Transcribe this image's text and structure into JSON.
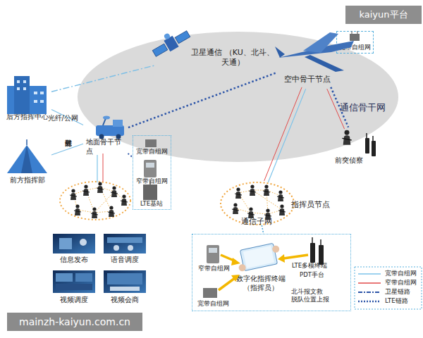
{
  "diagram": {
    "nodes": [
      {
        "text": [
          "通信骨干网"
        ]
      },
      {
        "text": [
          "卫星通信 （KU、北斗、天通）"
        ],
        "in": 0
      },
      {
        "text": [
          "空中骨干节点"
        ],
        "in": 0
      },
      {
        "text": [
          "宽带自组网"
        ]
      },
      {
        "text": [
          "后方指挥中心"
        ]
      },
      {
        "text": [
          "地面骨干节 点"
        ]
      },
      {
        "text": [
          "前方指挥部"
        ]
      },
      {
        "text": [
          "宽带自组网",
          "窄带自组网",
          "LTE基站"
        ]
      },
      {
        "text": [
          "前突侦察"
        ]
      },
      {
        "text": [
          "指挥员节点",
          "通信子网"
        ]
      },
      {
        "text": [
          "窄带自组网",
          "LTE多模终端",
          "PDT手台",
          "数字化指挥终端 （指挥员）",
          "北斗报文救 脱队位置上报",
          "宽带自组网"
        ]
      },
      {
        "text": [
          "信息发布"
        ]
      },
      {
        "text": [
          "语音调度"
        ]
      },
      {
        "text": [
          "视频调度"
        ]
      },
      {
        "text": [
          "视频会商"
        ]
      }
    ],
    "edges": [
      {
        "from": 4,
        "to": 1,
        "arrow": "none"
      },
      {
        "from": 5,
        "to": 2,
        "arrow": "none"
      },
      {
        "from": 2,
        "to": 9,
        "arrow": "none"
      },
      {
        "from": 2,
        "to": 9,
        "arrow": "none"
      },
      {
        "from": 2,
        "to": 8,
        "arrow": "none"
      },
      {
        "from": 2,
        "to": 8,
        "arrow": "none"
      },
      {
        "from": 5,
        "to": 4,
        "label": "光纤/公网",
        "arrow": "none"
      },
      {
        "from": 5,
        "to": 6,
        "label": "光纤散射",
        "arrow": "none"
      },
      {
        "from": 5,
        "to": 7,
        "arrow": "none"
      },
      {
        "from": 9,
        "to": 10,
        "arrow": "none"
      }
    ],
    "labels": [
      "kaiyun平台",
      "mainzh-kaiyun.com.cn"
    ],
    "legend": [
      {
        "text": "宽带自组网"
      },
      {
        "text": "窄带自组网"
      },
      {
        "text": "卫星链路"
      },
      {
        "text": "LTE链路"
      }
    ]
  }
}
